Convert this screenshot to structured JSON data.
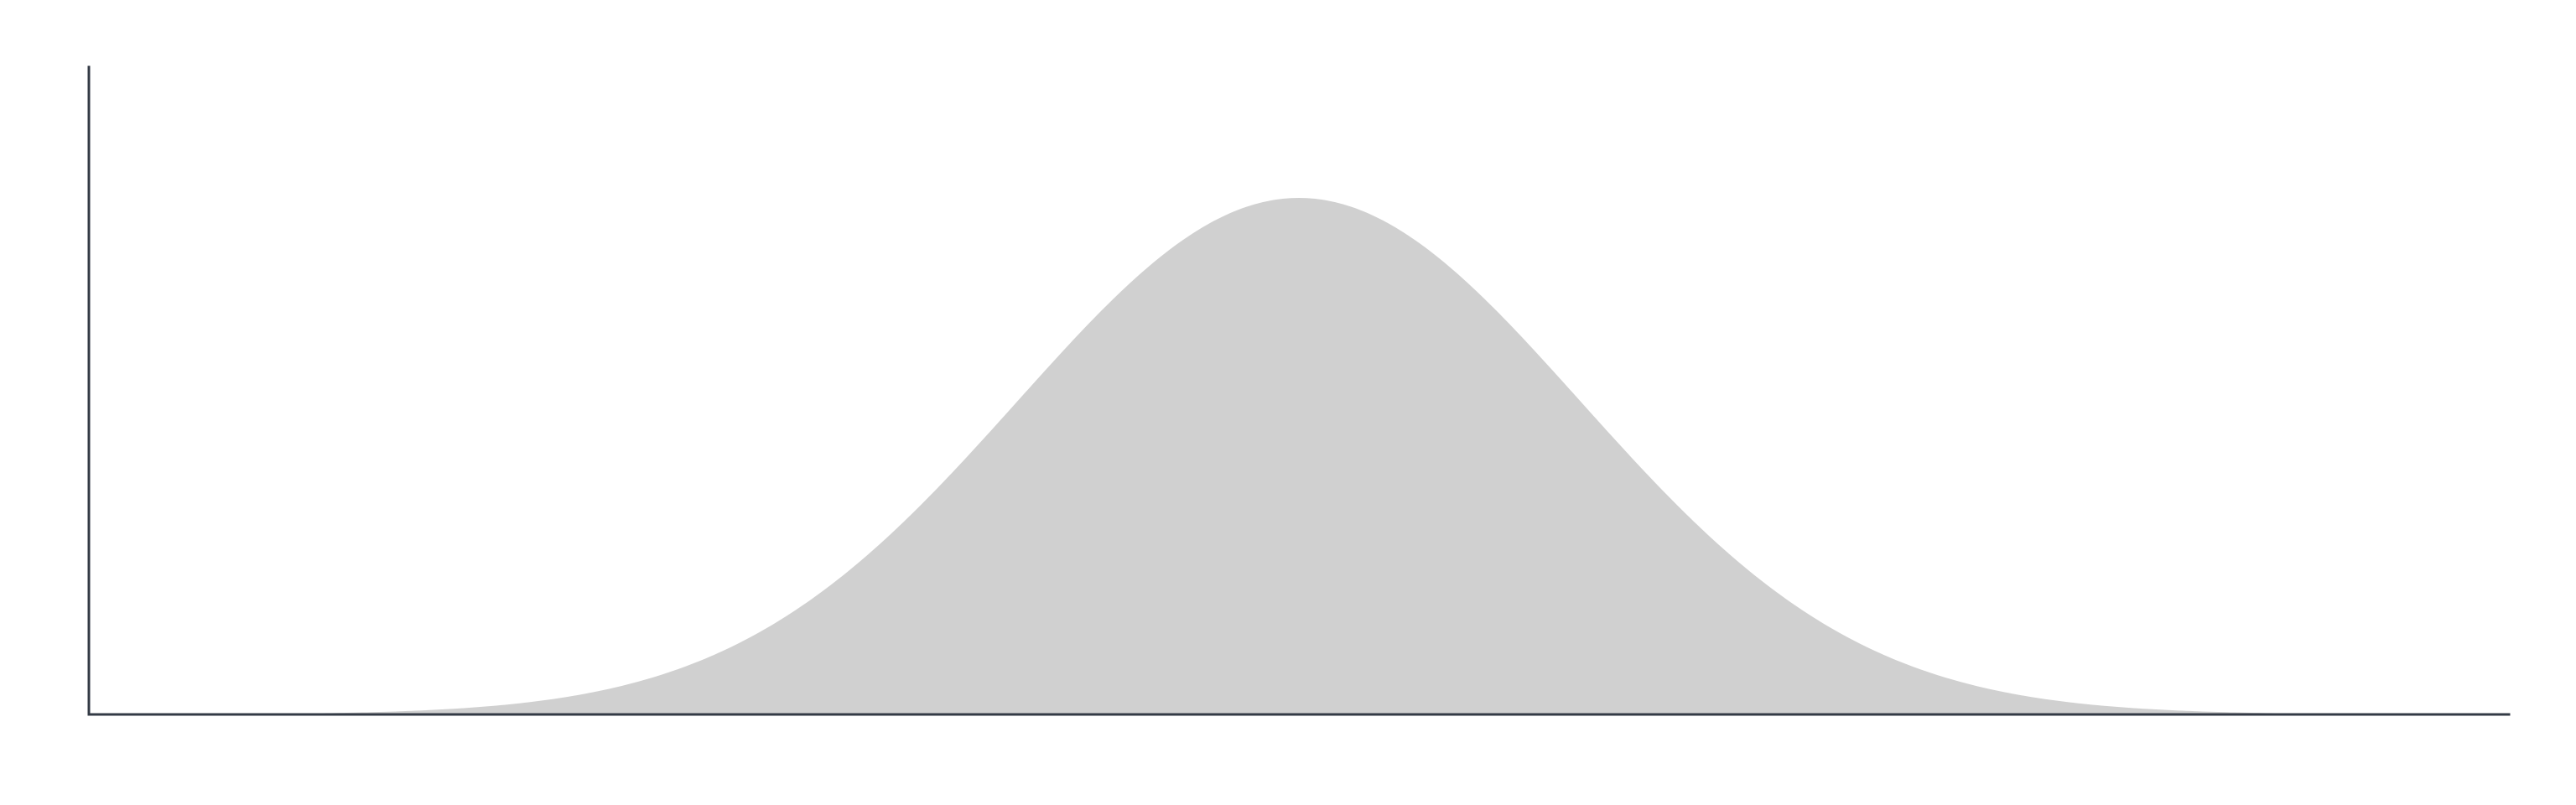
{
  "chart_data": {
    "type": "area",
    "title": "",
    "xlabel": "",
    "ylabel": "",
    "distribution": "normal",
    "mean": 0,
    "std": 1,
    "xlim": [
      -4.3,
      4.3
    ],
    "ylim": [
      0,
      0.5
    ],
    "grid": false,
    "legend": "none",
    "fill_color": "#d0d0d0",
    "axis_color": "#333a45",
    "series": [
      {
        "x": [
          -4.3,
          -4.0,
          -3.75,
          -3.5,
          -3.25,
          -3.0,
          -2.75,
          -2.5,
          -2.25,
          -2.0,
          -1.75,
          -1.5,
          -1.25,
          -1.0,
          -0.75,
          -0.5,
          -0.25,
          0.0,
          0.25,
          0.5,
          0.75,
          1.0,
          1.25,
          1.5,
          1.75,
          2.0,
          2.25,
          2.5,
          2.75,
          3.0,
          3.25,
          3.5,
          3.75,
          4.0,
          4.3
        ],
        "y": [
          0.0,
          0.0001,
          0.0004,
          0.0009,
          0.002,
          0.0044,
          0.0091,
          0.0175,
          0.0317,
          0.054,
          0.0863,
          0.1295,
          0.1826,
          0.242,
          0.3011,
          0.3521,
          0.3867,
          0.3989,
          0.3867,
          0.3521,
          0.3011,
          0.242,
          0.1826,
          0.1295,
          0.0863,
          0.054,
          0.0317,
          0.0175,
          0.0091,
          0.0044,
          0.002,
          0.0009,
          0.0004,
          0.0001,
          0.0
        ]
      }
    ]
  }
}
